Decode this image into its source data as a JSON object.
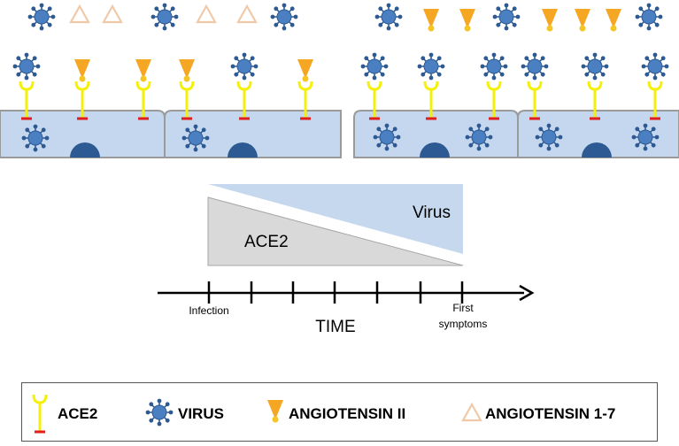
{
  "colors": {
    "virus_fill": "#4a7fc1",
    "virus_stroke": "#2e5a93",
    "ace2_yellow": "#f5f00a",
    "ace2_red": "#e01e1e",
    "angiotensin2": "#f5a623",
    "angiotensin17": "#f0c9a8",
    "cell_fill": "#c5d7ee",
    "cell_stroke": "#9a9a9a",
    "nucleus": "#2e5a93",
    "virus_wedge": "#c5d8ee",
    "ace2_wedge": "#d9d9d9"
  },
  "timeline": {
    "ace2_label": "ACE2",
    "virus_label": "Virus",
    "axis_title": "TIME",
    "start_label": "Infection",
    "end_label_line1": "First",
    "end_label_line2": "symptoms"
  },
  "legend": {
    "ace2": "ACE2",
    "virus": "VIRUS",
    "angiotensin2": "ANGIOTENSIN II",
    "angiotensin17": "ANGIOTENSIN 1-7"
  }
}
